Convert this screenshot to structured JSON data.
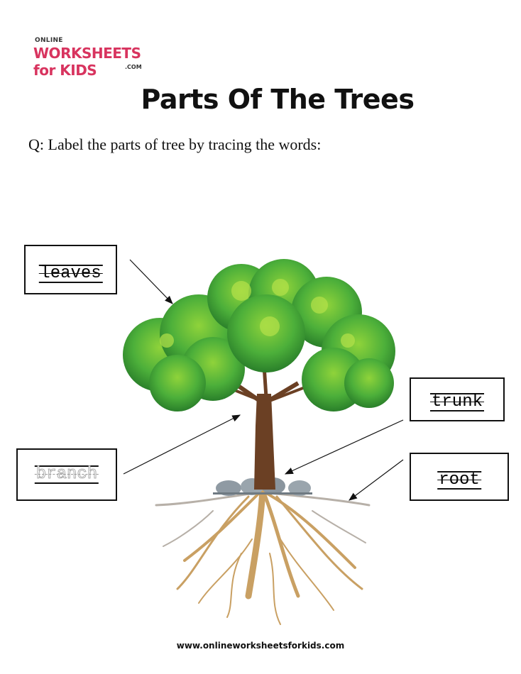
{
  "logo": {
    "online": "ONLINE",
    "brand": "WORKSHEETS for KIDS",
    "domain": ".COM",
    "color": "#d8345f"
  },
  "page": {
    "title": "Parts Of The Trees",
    "question": "Q: Label the parts of tree by tracing the words:"
  },
  "labels": [
    {
      "id": "leaves",
      "text": "leaves",
      "style": "solid"
    },
    {
      "id": "branch",
      "text": "branch",
      "style": "dotted"
    },
    {
      "id": "trunk",
      "text": "trunk",
      "style": "solid"
    },
    {
      "id": "root",
      "text": "root",
      "style": "solid"
    }
  ],
  "illustration": {
    "subject": "tree-with-roots",
    "colors": {
      "leaf_dark": "#2e8b2e",
      "leaf_mid": "#4caf3a",
      "leaf_light": "#a6dc3c",
      "trunk": "#6b4024",
      "root": "#c9a063",
      "stone": "#8f9aa3"
    }
  },
  "footer": {
    "url": "www.onlineworksheetsforkids.com"
  }
}
